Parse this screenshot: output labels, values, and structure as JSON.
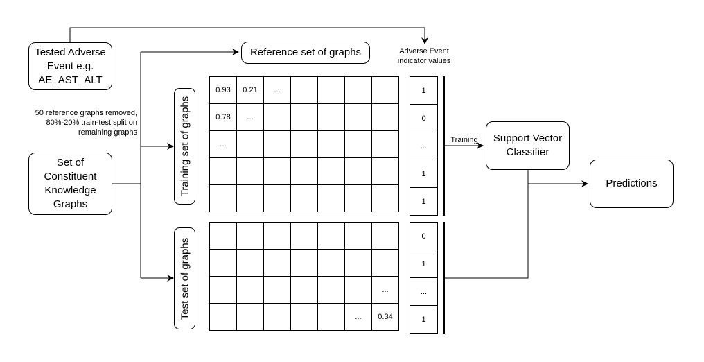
{
  "nodes": {
    "tested_adverse_event": "Tested Adverse Event e.g. AE_AST_ALT",
    "reference_set": "Reference set of graphs",
    "adverse_event_indicator": "Adverse Event indicator values",
    "constituent_graphs": "Set of Constituent Knowledge Graphs",
    "training_set": "Training set of graphs",
    "test_set": "Test set of graphs",
    "svc": "Support Vector Classifier",
    "predictions": "Predictions"
  },
  "notes": {
    "split_note_line1": "50 reference graphs removed,",
    "split_note_line2": "80%-20% train-test split on",
    "split_note_line3": "remaining graphs"
  },
  "edge_labels": {
    "training": "Training"
  },
  "training_matrix": [
    [
      "0.93",
      "0.21",
      "...",
      "",
      "",
      "",
      ""
    ],
    [
      "0.78",
      "...",
      "",
      "",
      "",
      "",
      ""
    ],
    [
      "...",
      "",
      "",
      "",
      "",
      "",
      ""
    ],
    [
      "",
      "",
      "",
      "",
      "",
      "",
      ""
    ],
    [
      "",
      "",
      "",
      "",
      "",
      "",
      ""
    ]
  ],
  "test_matrix": [
    [
      "",
      "",
      "",
      "",
      "",
      "",
      ""
    ],
    [
      "",
      "",
      "",
      "",
      "",
      "",
      ""
    ],
    [
      "",
      "",
      "",
      "",
      "",
      "",
      "..."
    ],
    [
      "",
      "",
      "",
      "",
      "",
      "...",
      "0.34"
    ]
  ],
  "training_indicators": [
    "1",
    "0",
    "...",
    "1",
    "1"
  ],
  "test_indicators": [
    "0",
    "1",
    "...",
    "1"
  ]
}
